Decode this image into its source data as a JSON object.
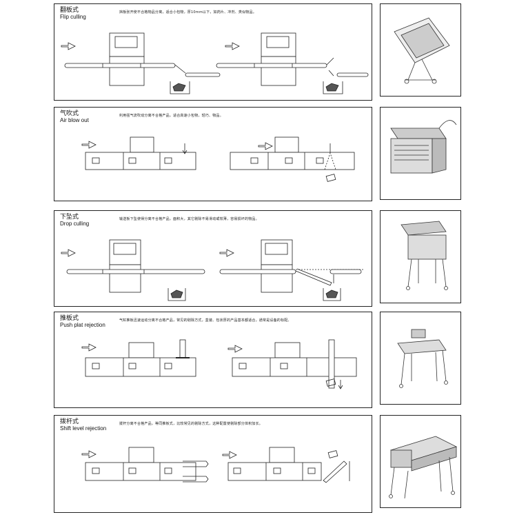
{
  "methods": [
    {
      "id": "flip",
      "title_cn": "翻板式",
      "title_en": "Flip culling",
      "description": "挡板张开使不合格物品分离，适合小包物，厚10mm以下，如药片、冲剂、类似物品。",
      "photo_icon": "flip-culling-machine-photo"
    },
    {
      "id": "air",
      "title_cn": "气吹式",
      "title_en": "Air blow out",
      "description": "利用强气流吹动分离不合格产品，适合高速小包物，轻巧、物品。",
      "photo_icon": "air-blow-machine-photo"
    },
    {
      "id": "drop",
      "title_cn": "下坠式",
      "title_en": "Drop culling",
      "description": "输送板下坠使得分离不合格产品，面积大，其它剔除不易滑动或较薄，容易损坏的物品。",
      "photo_icon": "drop-culling-machine-photo"
    },
    {
      "id": "push",
      "title_cn": "推板式",
      "title_en": "Push plat rejection",
      "description": "气缸推板迅速运动分离不合格产品，常见的剔除方式，盒装、包状厚的产品基本都适合，通常是设备的标配。",
      "photo_icon": "push-plate-machine-photo"
    },
    {
      "id": "shift",
      "title_cn": "拨杆式",
      "title_en": "Shift level rejection",
      "description": "拨杆分离不合格产品，等同推板式，比较常见的剔除方式，这种配置使剔除部分体积加长。",
      "photo_icon": "shift-lever-machine-photo"
    }
  ],
  "colors": {
    "line": "#222222",
    "panel_border": "#222222",
    "background": "#ffffff"
  }
}
